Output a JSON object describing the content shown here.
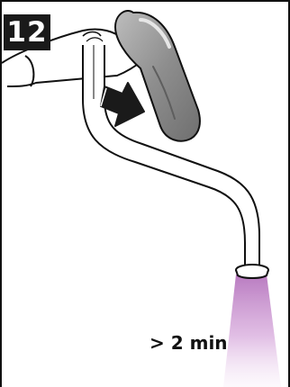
{
  "step": {
    "number": "12"
  },
  "instruction": {
    "duration_label": "> 2 min"
  },
  "colors": {
    "outline": "#111111",
    "handle": "#8e8e8e",
    "handle_highlight": "#c9c9c9",
    "arrow": "#1a1a1a",
    "water": "#c994cf"
  },
  "icons": {
    "lever": "faucet-lever-handle",
    "arrow": "push-down-arrow"
  }
}
